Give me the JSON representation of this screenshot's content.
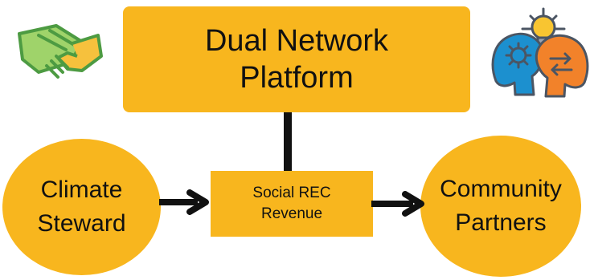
{
  "diagram": {
    "platform": {
      "lines": [
        "Dual Network",
        "Platform"
      ]
    },
    "revenue": {
      "lines": [
        "Social REC",
        "Revenue"
      ]
    },
    "climate_steward": {
      "lines": [
        "Climate",
        "Steward"
      ]
    },
    "community_partners": {
      "lines": [
        "Community",
        "Partners"
      ]
    }
  },
  "icons": {
    "top_left": "handshake-icon",
    "top_right": "people-idea-icon"
  },
  "colors": {
    "node_fill": "#f8b61e",
    "text": "#111111",
    "line": "#111111",
    "handshake_light": "#9fd36a",
    "handshake_dark": "#4d9b42",
    "handshake_skin": "#f6c13d",
    "people_blue": "#1c90cf",
    "people_orange": "#f2822a",
    "people_outline": "#4b5563",
    "bulb": "#f8c531"
  }
}
